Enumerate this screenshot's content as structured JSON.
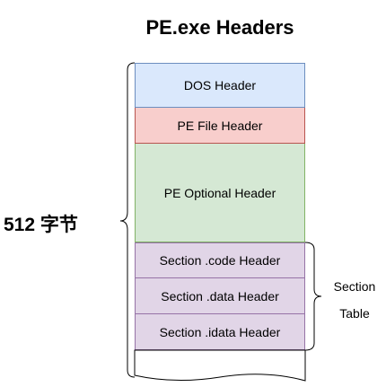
{
  "title": "PE.exe Headers",
  "blocks": {
    "dos_header": "DOS Header",
    "pe_file_header": "PE File Header",
    "pe_optional_header": "PE Optional Header",
    "section_code_header": "Section .code Header",
    "section_data_header": "Section .data Header",
    "section_idata_header": "Section .idata Header"
  },
  "left_brace_label": "512 字节",
  "right_brace_label": {
    "line1": "Section",
    "line2": "Table"
  },
  "colors": {
    "dos_fill": "#dae8fc",
    "pe_file_fill": "#f8cecc",
    "pe_optional_fill": "#d5e8d4",
    "section_fill": "#e1d5e7"
  }
}
